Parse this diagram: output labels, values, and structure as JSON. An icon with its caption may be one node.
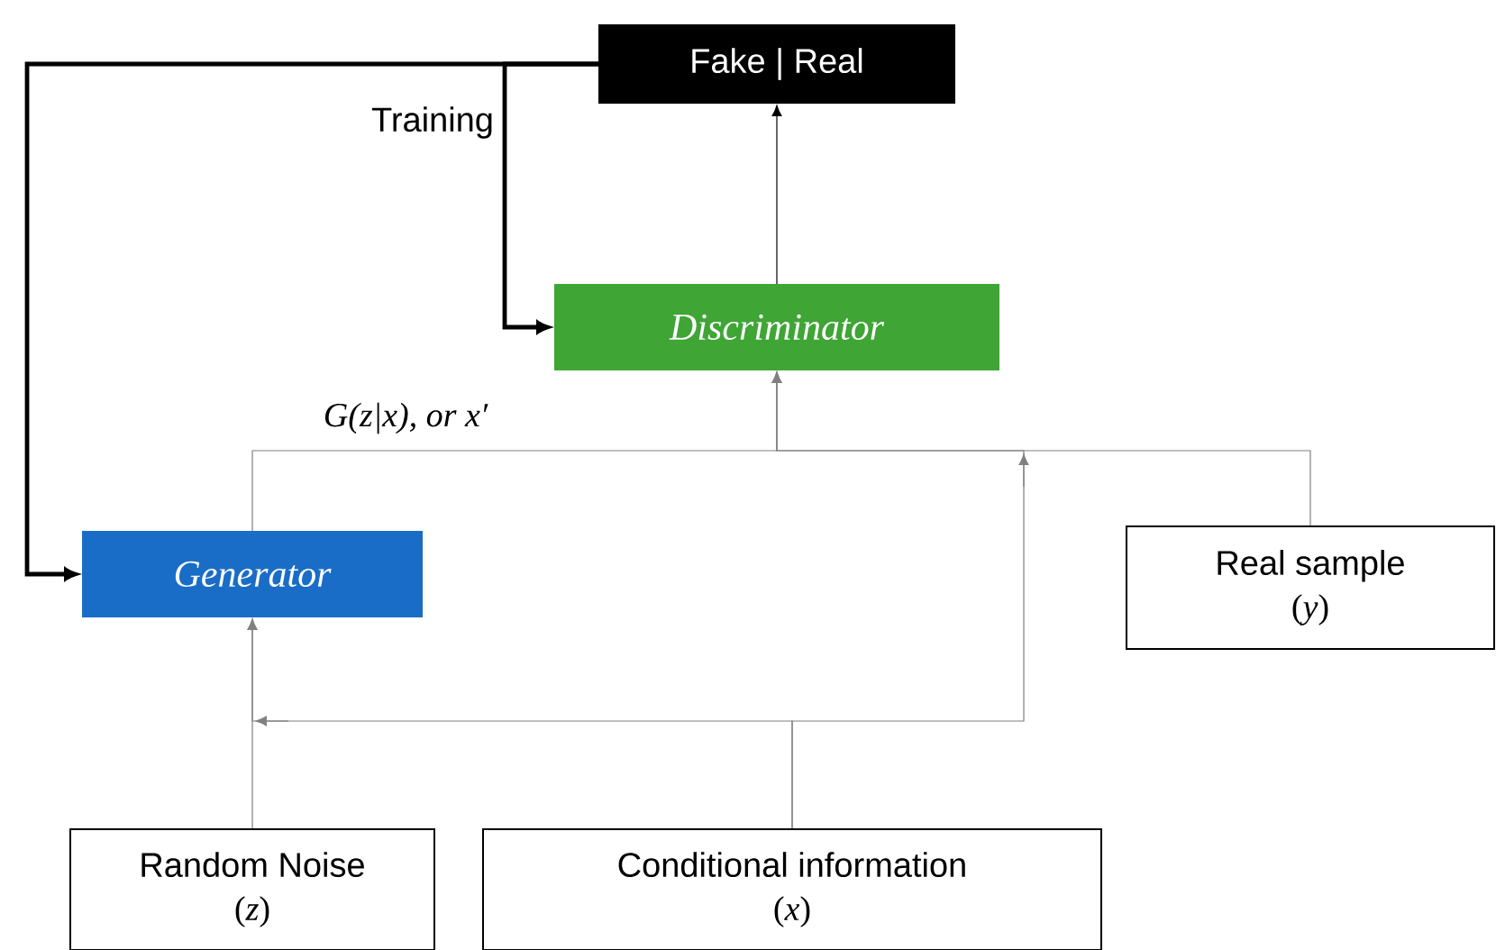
{
  "diagram": {
    "nodes": [
      {
        "text": [
          "Fake | Real"
        ]
      },
      {
        "text": [
          "Discriminator"
        ]
      },
      {
        "text": [
          "Generator"
        ]
      },
      {
        "text": [
          "Real sample",
          "(*y*)"
        ]
      },
      {
        "text": [
          "Random Noise",
          "(*z*)"
        ]
      },
      {
        "text": [
          "Conditional information",
          "(*x*)"
        ]
      }
    ],
    "edges": [
      {
        "from": 1,
        "to": 0,
        "arrow": "to",
        "color": "#000000"
      },
      {
        "from": 0,
        "to": 1,
        "arrow": "to",
        "label": "Training",
        "style": "thick",
        "color": "#000000"
      },
      {
        "from": 0,
        "to": 2,
        "arrow": "to",
        "style": "thick",
        "color": "#000000"
      },
      {
        "from": 2,
        "to": 1,
        "arrow": "to",
        "label": "G(z|x), or x′"
      },
      {
        "from": 3,
        "to": 1,
        "arrow": "to"
      },
      {
        "from": 4,
        "to": 2,
        "arrow": "to"
      },
      {
        "from": 5,
        "to": 2,
        "arrow": "to"
      },
      {
        "from": 5,
        "to": 1,
        "arrow": "to"
      }
    ]
  }
}
